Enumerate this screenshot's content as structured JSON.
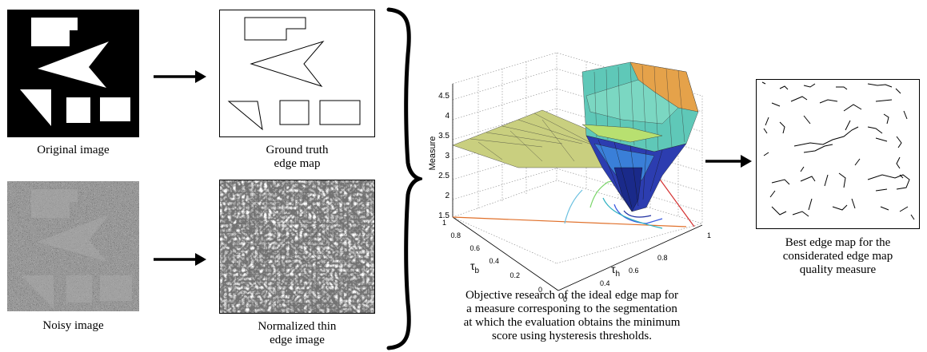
{
  "captions": {
    "original": [
      "Original image"
    ],
    "ground_truth": [
      "Ground truth",
      "edge map"
    ],
    "noisy": [
      "Noisy image"
    ],
    "normalized": [
      "Normalized thin",
      "edge image"
    ],
    "objective": [
      "Objective research of the ideal edge map for",
      "a measure  corresponing to the segmentation",
      "at which the evaluation obtains the minimum",
      "score using hysteresis thresholds."
    ],
    "best": [
      "Best edge map for the",
      "considerated edge map",
      "quality measure"
    ]
  },
  "plot": {
    "zlabel": "Measure",
    "xlabel_main": "τ",
    "xlabel_sub": "h",
    "ylabel_main": "τ",
    "ylabel_sub": "b",
    "z_ticks": [
      "4.5",
      "4",
      "3.5",
      "3",
      "2.5",
      "2",
      "1.5"
    ],
    "tb_ticks": [
      "1",
      "0.8",
      "0.6",
      "0.4",
      "0.2",
      "0"
    ],
    "th_ticks": [
      "0",
      "0.4",
      "0.6",
      "0.8",
      "1"
    ]
  },
  "colors": {
    "arrow": "#000000",
    "surface_high": "#e8a63a",
    "surface_mid": "#5bd6c8",
    "surface_low": "#1f2fa8",
    "surface_flat": "#c8d08a"
  }
}
